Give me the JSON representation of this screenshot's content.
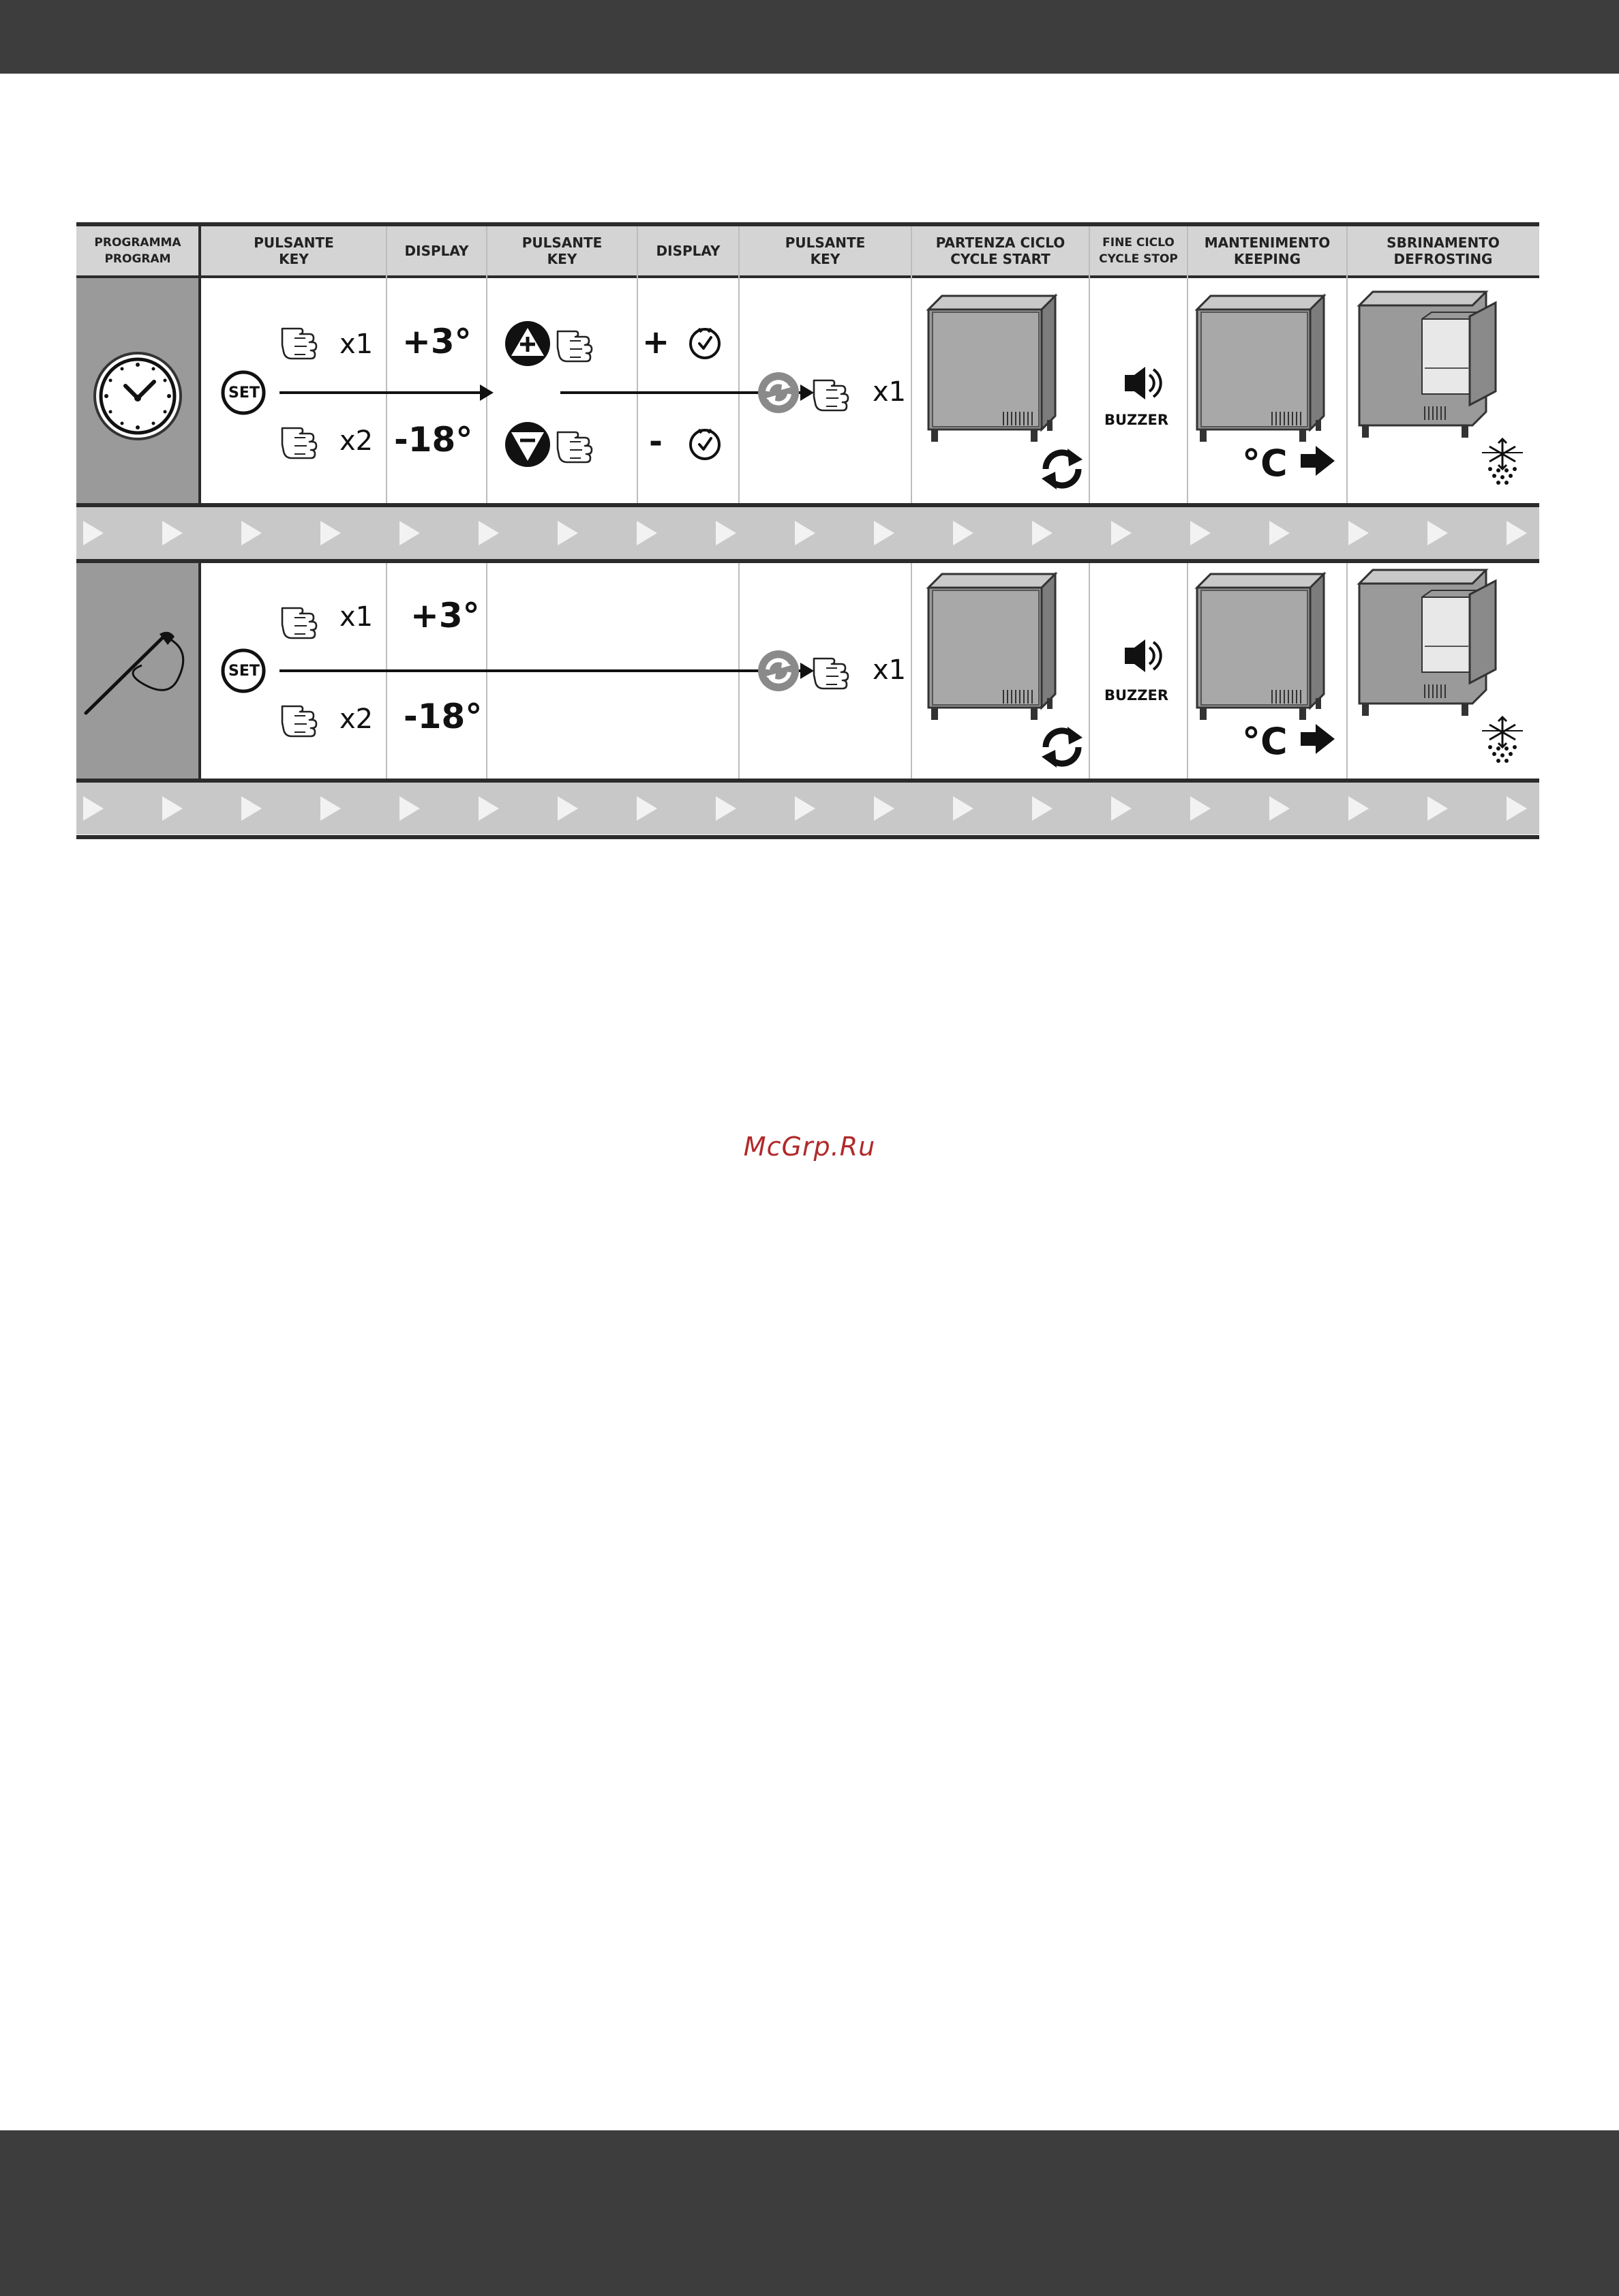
{
  "watermark": "McGrp.Ru",
  "headers": [
    {
      "line1": "PROGRAMMA",
      "line2": "PROGRAM"
    },
    {
      "line1": "PULSANTE",
      "line2": "KEY"
    },
    {
      "line1": "DISPLAY",
      "line2": ""
    },
    {
      "line1": "PULSANTE",
      "line2": "KEY"
    },
    {
      "line1": "DISPLAY",
      "line2": ""
    },
    {
      "line1": "PULSANTE",
      "line2": "KEY"
    },
    {
      "line1": "PARTENZA CICLO",
      "line2": "CYCLE START"
    },
    {
      "line1": "FINE CICLO",
      "line2": "CYCLE STOP"
    },
    {
      "line1": "MANTENIMENTO",
      "line2": "KEEPING"
    },
    {
      "line1": "SBRINAMENTO",
      "line2": "DEFROSTING"
    }
  ],
  "rows": [
    {
      "program_icon": "clock-icon",
      "set_label": "SET",
      "press_x1": "x1",
      "press_x2": "x2",
      "display_pos": "+3°",
      "display_neg": "-18°",
      "time_plus": "+",
      "time_minus": "-",
      "start_press": "x1",
      "buzzer": "BUZZER",
      "keeping_unit": "°C"
    },
    {
      "program_icon": "probe-icon",
      "set_label": "SET",
      "press_x1": "x1",
      "press_x2": "x2",
      "display_pos": "+3°",
      "display_neg": "-18°",
      "start_press": "x1",
      "buzzer": "BUZZER",
      "keeping_unit": "°C"
    }
  ],
  "colors": {
    "frame": "#2b2b2b",
    "header_bg": "#d4d4d4",
    "program_cell_bg": "#9a9a9a",
    "arrow_band_bg": "#c8c8c8",
    "bars": "#3d3d3d",
    "watermark": "#b02a2a"
  }
}
